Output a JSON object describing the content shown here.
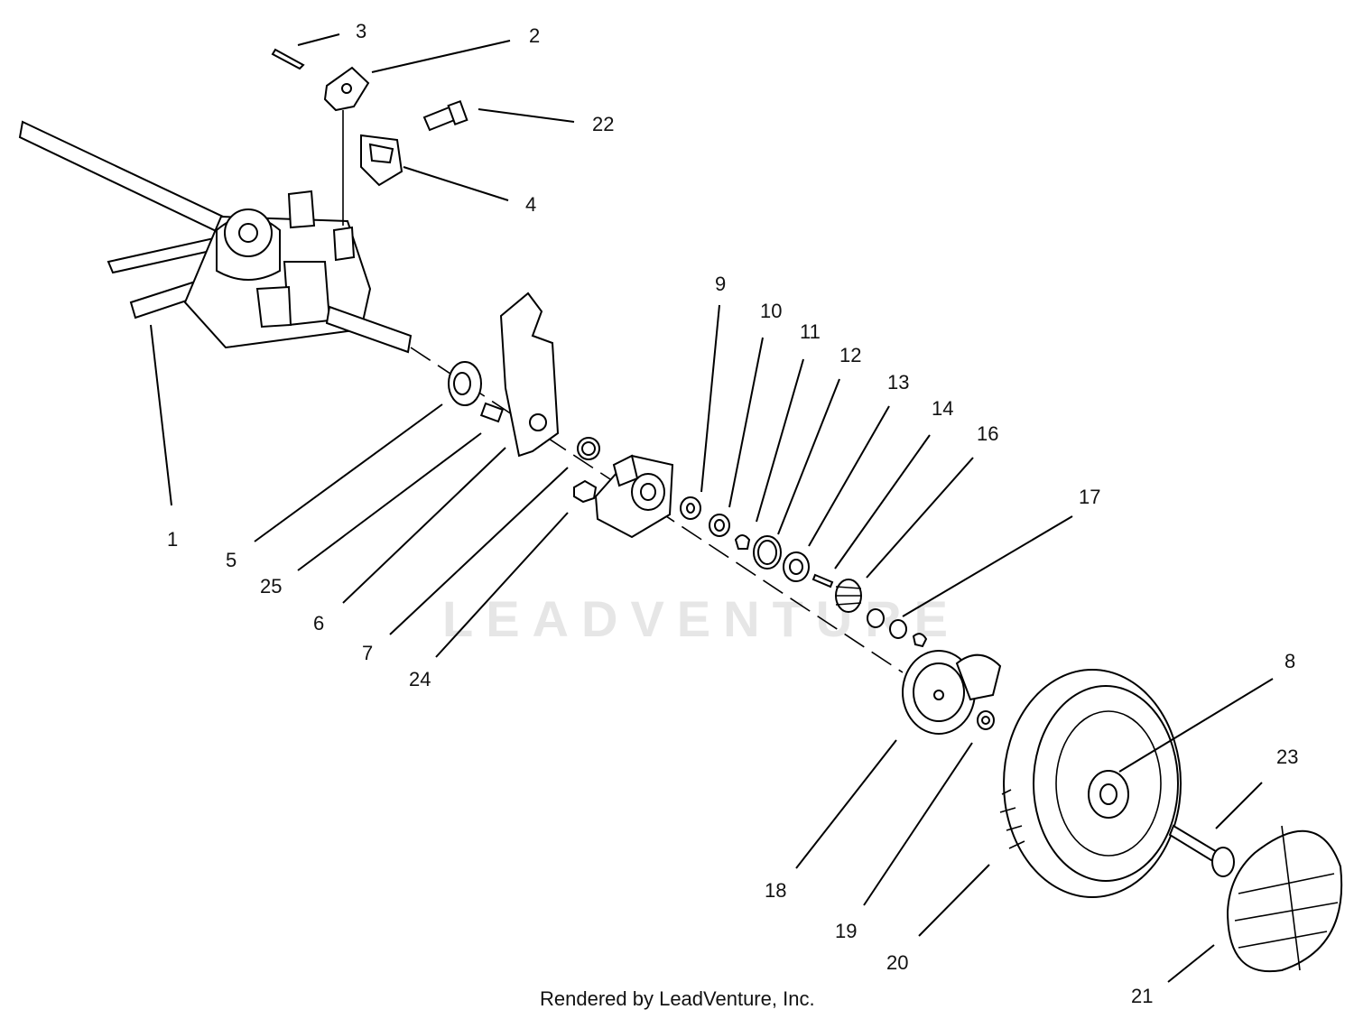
{
  "watermark": "LEADVENTURE",
  "credit": "Rendered by LeadVenture, Inc.",
  "callouts": [
    {
      "id": "1",
      "text": "1"
    },
    {
      "id": "2",
      "text": "2"
    },
    {
      "id": "3",
      "text": "3"
    },
    {
      "id": "4",
      "text": "4"
    },
    {
      "id": "5",
      "text": "5"
    },
    {
      "id": "6",
      "text": "6"
    },
    {
      "id": "7",
      "text": "7"
    },
    {
      "id": "8",
      "text": "8"
    },
    {
      "id": "9",
      "text": "9"
    },
    {
      "id": "10",
      "text": "10"
    },
    {
      "id": "11",
      "text": "11"
    },
    {
      "id": "12",
      "text": "12"
    },
    {
      "id": "13",
      "text": "13"
    },
    {
      "id": "14",
      "text": "14"
    },
    {
      "id": "16",
      "text": "16"
    },
    {
      "id": "17",
      "text": "17"
    },
    {
      "id": "18",
      "text": "18"
    },
    {
      "id": "19",
      "text": "19"
    },
    {
      "id": "20",
      "text": "20"
    },
    {
      "id": "21",
      "text": "21"
    },
    {
      "id": "22",
      "text": "22"
    },
    {
      "id": "23",
      "text": "23"
    },
    {
      "id": "24",
      "text": "24"
    },
    {
      "id": "25",
      "text": "25"
    }
  ]
}
